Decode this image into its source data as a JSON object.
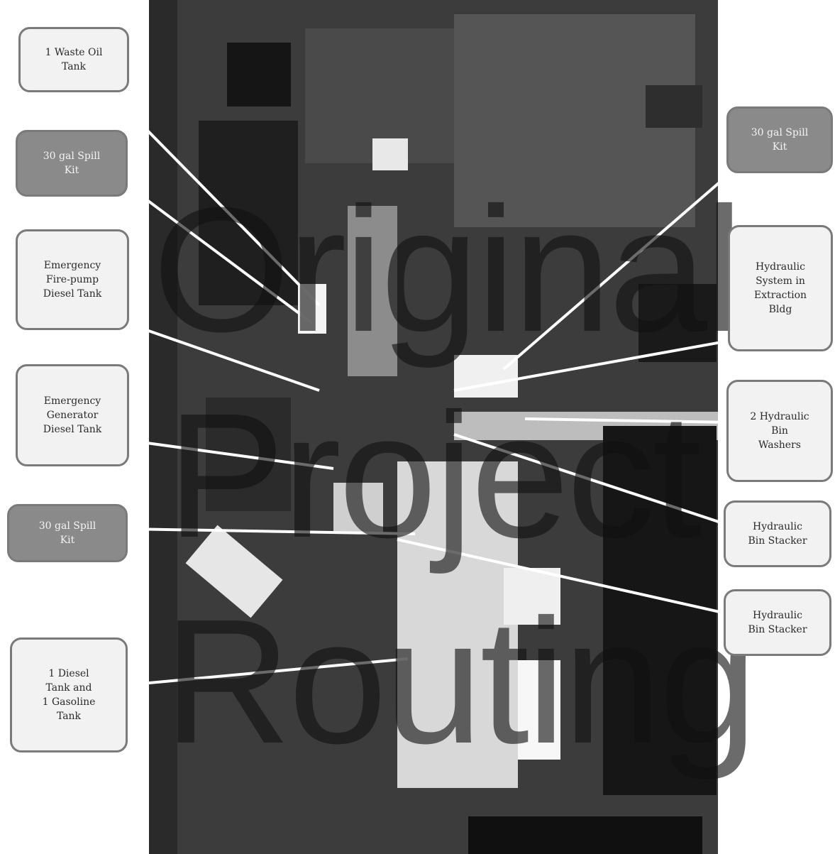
{
  "colors": {
    "callout_border": "#7a7a7a",
    "callout_fill_light": "#f2f2f2",
    "callout_fill_grey": "#8a8a8a",
    "leader": "#ffffff",
    "watermark": "#111111"
  },
  "watermark": {
    "line1": "Original",
    "line2": "Project",
    "line3": "Routing"
  },
  "callouts": [
    {
      "id": "waste-oil-tank",
      "text": "1 Waste Oil\nTank"
    },
    {
      "id": "spill-kit-1",
      "text": "30 gal Spill\nKit"
    },
    {
      "id": "fire-pump-diesel-tank",
      "text": "Emergency\nFire-pump\nDiesel Tank"
    },
    {
      "id": "generator-diesel-tank",
      "text": "Emergency\nGenerator\nDiesel Tank"
    },
    {
      "id": "spill-kit-2",
      "text": "30 gal Spill\nKit"
    },
    {
      "id": "diesel-gasoline-tanks",
      "text": "1 Diesel\nTank and\n1 Gasoline\nTank"
    },
    {
      "id": "spill-kit-3",
      "text": "30 gal Spill\nKit"
    },
    {
      "id": "hydraulic-system-extraction",
      "text": "Hydraulic\nSystem in\nExtraction\nBldg"
    },
    {
      "id": "hydraulic-bin-washers",
      "text": "2 Hydraulic\nBin\nWashers"
    },
    {
      "id": "hydraulic-bin-stacker-1",
      "text": "Hydraulic\nBin Stacker"
    },
    {
      "id": "hydraulic-bin-stacker-2",
      "text": "Hydraulic\nBin Stacker"
    }
  ]
}
